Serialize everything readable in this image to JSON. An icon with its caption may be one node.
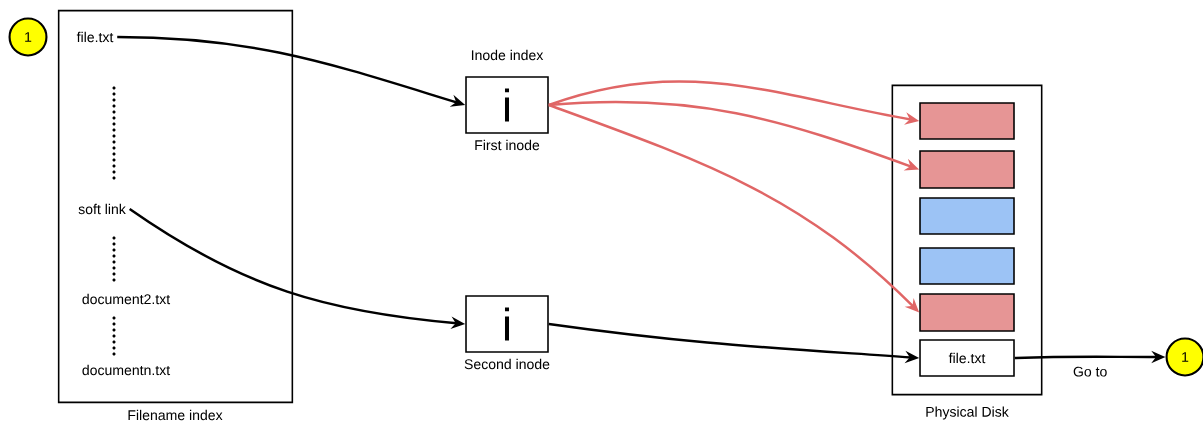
{
  "diagram": {
    "nodes": [
      {
        "text": [
          "Filename index"
        ]
      },
      {
        "text": [
          "1"
        ]
      },
      {
        "text": [
          "file.txt"
        ],
        "in": 0
      },
      {
        "text": [
          "soft link"
        ],
        "in": 0
      },
      {
        "text": [
          "document2.txt"
        ],
        "in": 0
      },
      {
        "text": [
          "documentn.txt"
        ],
        "in": 0
      },
      {
        "text": [
          "i"
        ],
        "beside": [
          "Inode index",
          "First inode"
        ]
      },
      {
        "text": [
          "i"
        ],
        "beside": [
          "Second inode"
        ]
      },
      {
        "text": [
          "Physical Disk"
        ]
      },
      {
        "text": [],
        "shape": "box",
        "in": 8
      },
      {
        "text": [],
        "shape": "box",
        "in": 8
      },
      {
        "text": [],
        "shape": "box",
        "in": 8
      },
      {
        "text": [],
        "shape": "box",
        "in": 8
      },
      {
        "text": [],
        "shape": "box",
        "in": 8
      },
      {
        "text": [
          "file.txt"
        ],
        "in": 8
      },
      {
        "text": [
          "1"
        ]
      }
    ],
    "edges": [
      {
        "from": 2,
        "to": 6,
        "arrow": "to"
      },
      {
        "from": 3,
        "to": 7,
        "arrow": "to"
      },
      {
        "from": 6,
        "to": 9,
        "arrow": "to",
        "color": "#e06666"
      },
      {
        "from": 6,
        "to": 10,
        "arrow": "to",
        "color": "#e06666"
      },
      {
        "from": 6,
        "to": 13,
        "arrow": "to",
        "color": "#e06666"
      },
      {
        "from": 7,
        "to": 14,
        "arrow": "to"
      },
      {
        "from": 14,
        "to": 15,
        "label": "Go to",
        "arrow": "to"
      }
    ]
  }
}
